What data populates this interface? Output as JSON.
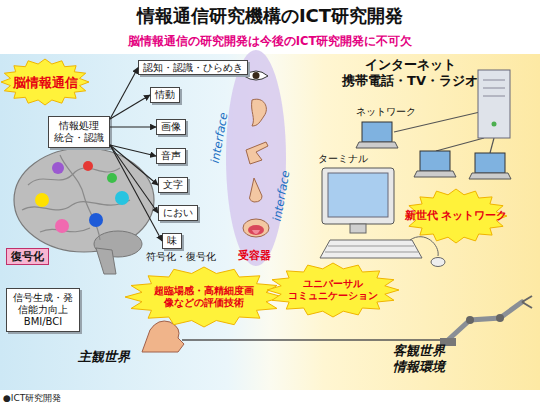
{
  "diagram": {
    "title": "情報通信研究機構のICT研究開発",
    "caption": "●ICT研究開発",
    "nodes": [
      {
        "text": [
          "情報処理 統合・認識"
        ]
      },
      {
        "text": [
          "認知・認識・ひらめき"
        ]
      },
      {
        "text": [
          "情動"
        ]
      },
      {
        "text": [
          "画像"
        ]
      },
      {
        "text": [
          "音声"
        ]
      },
      {
        "text": [
          "文字"
        ]
      },
      {
        "text": [
          "におい"
        ]
      },
      {
        "text": [
          "味"
        ]
      },
      {
        "text": [
          "脳情報通信"
        ]
      },
      {
        "text": [
          "復号化"
        ]
      },
      {
        "text": [
          "信号生成・発信能力向上 BMI/BCI"
        ]
      },
      {
        "text": [
          "超臨場感・高精細度画像などの評価技術"
        ]
      },
      {
        "text": [
          "ユニバーサル コミュニケーション"
        ]
      },
      {
        "text": [
          "新世代 ネットワーク"
        ]
      }
    ],
    "edges": [
      {
        "from": 0,
        "to": 1,
        "arrow": "to"
      },
      {
        "from": 0,
        "to": 2,
        "arrow": "to"
      },
      {
        "from": 0,
        "to": 3,
        "arrow": "to"
      },
      {
        "from": 0,
        "to": 4,
        "arrow": "to"
      },
      {
        "from": 0,
        "to": 5,
        "arrow": "to"
      },
      {
        "from": 0,
        "to": 6,
        "arrow": "to"
      },
      {
        "from": 0,
        "to": 7,
        "arrow": "to"
      }
    ],
    "labels": [
      "脳情報通信の研究開発は今後のICT研究開発に不可欠",
      "符号化・復号化",
      "interface",
      "interface",
      "受容器",
      "インターネット 携帯電話・TV・ラジオ",
      "ネットワーク",
      "ターミナル",
      "主観世界",
      "客観世界 情報環境"
    ]
  }
}
